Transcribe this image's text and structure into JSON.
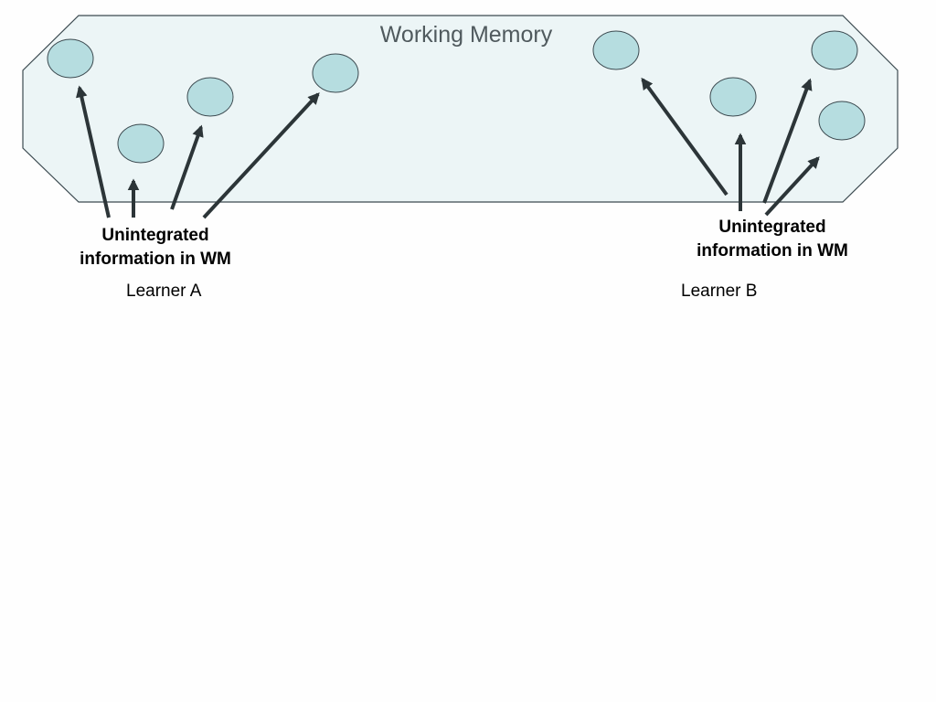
{
  "diagram": {
    "title": "Working Memory",
    "colors": {
      "region_fill": "#ecf5f6",
      "region_stroke": "#3c4a50",
      "circle_fill": "#b6dde0",
      "circle_stroke": "#3c4a50",
      "arrow": "#2c3538"
    },
    "learner_a": {
      "label_line1": "Unintegrated",
      "label_line2": "information in WM",
      "learner": "Learner A",
      "item_count": 4
    },
    "learner_b": {
      "label_line1": "Unintegrated",
      "label_line2": "information in WM",
      "learner": "Learner B",
      "item_count": 4
    }
  }
}
